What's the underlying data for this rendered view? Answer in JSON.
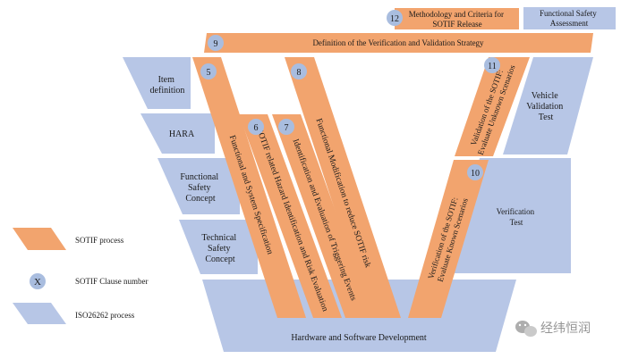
{
  "colors": {
    "sotif": "#f2a46e",
    "iso": "#b7c6e6",
    "badge": "#a9bddf",
    "text": "#1a1a1a"
  },
  "iso_blocks": {
    "item_definition": [
      "Item",
      "definition"
    ],
    "hara": [
      "HARA"
    ],
    "fsc": [
      "Functional",
      "Safety",
      "Concept"
    ],
    "tsc": [
      "Technical",
      "Safety",
      "Concept"
    ],
    "hw_sw": [
      "Hardware  and Software Development"
    ],
    "verification_test": [
      "Verification",
      "Test"
    ],
    "vehicle_validation": [
      "Vehicle",
      "Validation",
      "Test"
    ],
    "fsa": [
      "Functional Safety",
      "Assessment"
    ]
  },
  "sotif_blocks": {
    "c9": "Definition of the Verification and Validation Strategy",
    "c12": [
      "Methodology and Criteria for",
      "SOTIF Release"
    ],
    "c5": "Functional and System Specification",
    "c6": "SOTIF related Hazard Identification and Risk Evaluation",
    "c7": "Identification and Evaluation of Triggering Events",
    "c8": "Functional Modification to reduce SOTIF risk",
    "c10": [
      "Verification of the SOTIF:",
      "Evaluate Known Scenarios"
    ],
    "c11": [
      "Validation of the SOTIF:",
      "Evaluate Unknown Scenarios"
    ]
  },
  "badges": {
    "c12": "12",
    "c9": "9",
    "c5": "5",
    "c6": "6",
    "c7": "7",
    "c8": "8",
    "c10": "10",
    "c11": "11"
  },
  "legend": {
    "sotif_process": "SOTIF process",
    "clause_symbol": "X",
    "clause_number": "SOTIF Clause number",
    "iso_process": "ISO26262 process"
  },
  "watermark": {
    "icon": "wechat-icon",
    "text": "经纬恒润"
  }
}
